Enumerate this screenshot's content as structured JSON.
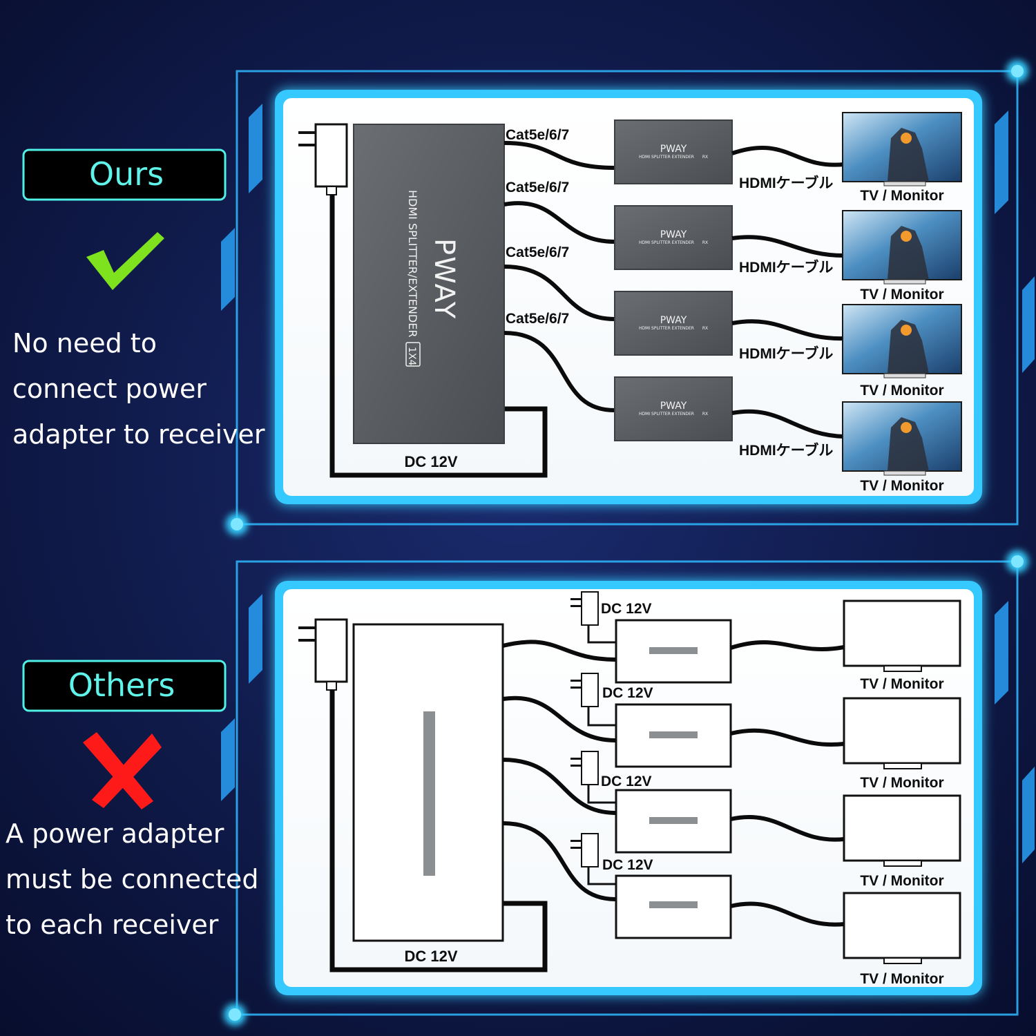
{
  "colors": {
    "background": "#0a1238",
    "frame_glow": "#3fd2ff",
    "badge_border": "#4ff0e6",
    "badge_text": "#5ff3ea",
    "check": "#7ee21f",
    "cross": "#ff1a1a",
    "device_gray": "#5c5f63",
    "cable": "#0b0b0b"
  },
  "ours": {
    "badge": "Ours",
    "status_icon": "check-icon",
    "caption": [
      "No need to",
      "connect power",
      "adapter to receiver"
    ],
    "splitter": {
      "brand": "PWAY",
      "model": "HDMI SPLITTER/EXTENDER",
      "ports": "1X4"
    },
    "receiver": {
      "brand": "PWAY",
      "model": "HDMI SPLITTER EXTENDER",
      "tag": "RX"
    },
    "cat_labels": [
      "Cat5e/6/7",
      "Cat5e/6/7",
      "Cat5e/6/7",
      "Cat5e/6/7"
    ],
    "hdmi_labels": [
      "HDMIケーブル",
      "HDMIケーブル",
      "HDMIケーブル",
      "HDMIケーブル"
    ],
    "tv_labels": [
      "TV / Monitor",
      "TV / Monitor",
      "TV / Monitor",
      "TV / Monitor"
    ],
    "dc_label": "DC 12V"
  },
  "others": {
    "badge": "Others",
    "status_icon": "cross-icon",
    "caption": [
      "A power adapter",
      "must be connected",
      "to each receiver"
    ],
    "receiver_dc_labels": [
      "DC 12V",
      "DC 12V",
      "DC 12V",
      "DC 12V"
    ],
    "tv_labels": [
      "TV / Monitor",
      "TV / Monitor",
      "TV / Monitor",
      "TV / Monitor"
    ],
    "dc_label": "DC 12V"
  }
}
